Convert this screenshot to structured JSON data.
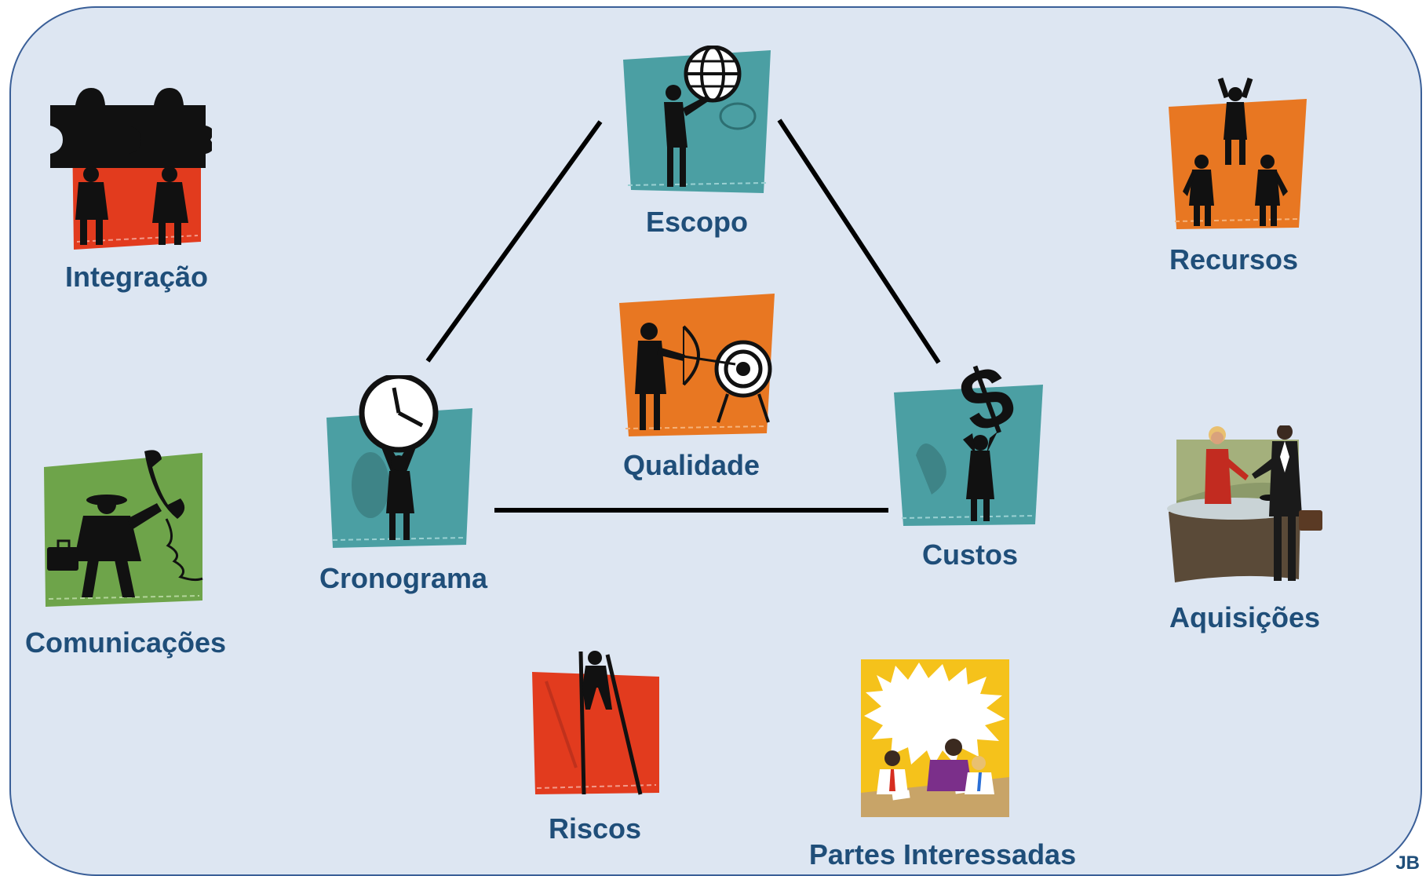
{
  "areas": {
    "escopo": {
      "label": "Escopo",
      "icon": "globe-presenter-icon",
      "color": "#4b9fa3"
    },
    "qualidade": {
      "label": "Qualidade",
      "icon": "archer-target-icon",
      "color": "#e87722"
    },
    "cronograma": {
      "label": "Cronograma",
      "icon": "clock-bearer-icon",
      "color": "#4b9fa3"
    },
    "custos": {
      "label": "Custos",
      "icon": "dollar-bearer-icon",
      "color": "#4b9fa3"
    },
    "integracao": {
      "label": "Integração",
      "icon": "puzzle-pieces-icon",
      "color": "#e23b1e"
    },
    "recursos": {
      "label": "Recursos",
      "icon": "human-pyramid-icon",
      "color": "#e87722"
    },
    "comunicacoes": {
      "label": "Comunicações",
      "icon": "telephone-man-icon",
      "color": "#6ea44a"
    },
    "aquisicoes": {
      "label": "Aquisições",
      "icon": "handshake-desk-icon",
      "color": "#7a6a55"
    },
    "riscos": {
      "label": "Riscos",
      "icon": "stilts-walker-icon",
      "color": "#e23b1e"
    },
    "partes": {
      "label": "Partes Interessadas",
      "icon": "meeting-speech-bubble-icon",
      "color": "#f5c21b"
    }
  },
  "signature": "JB"
}
